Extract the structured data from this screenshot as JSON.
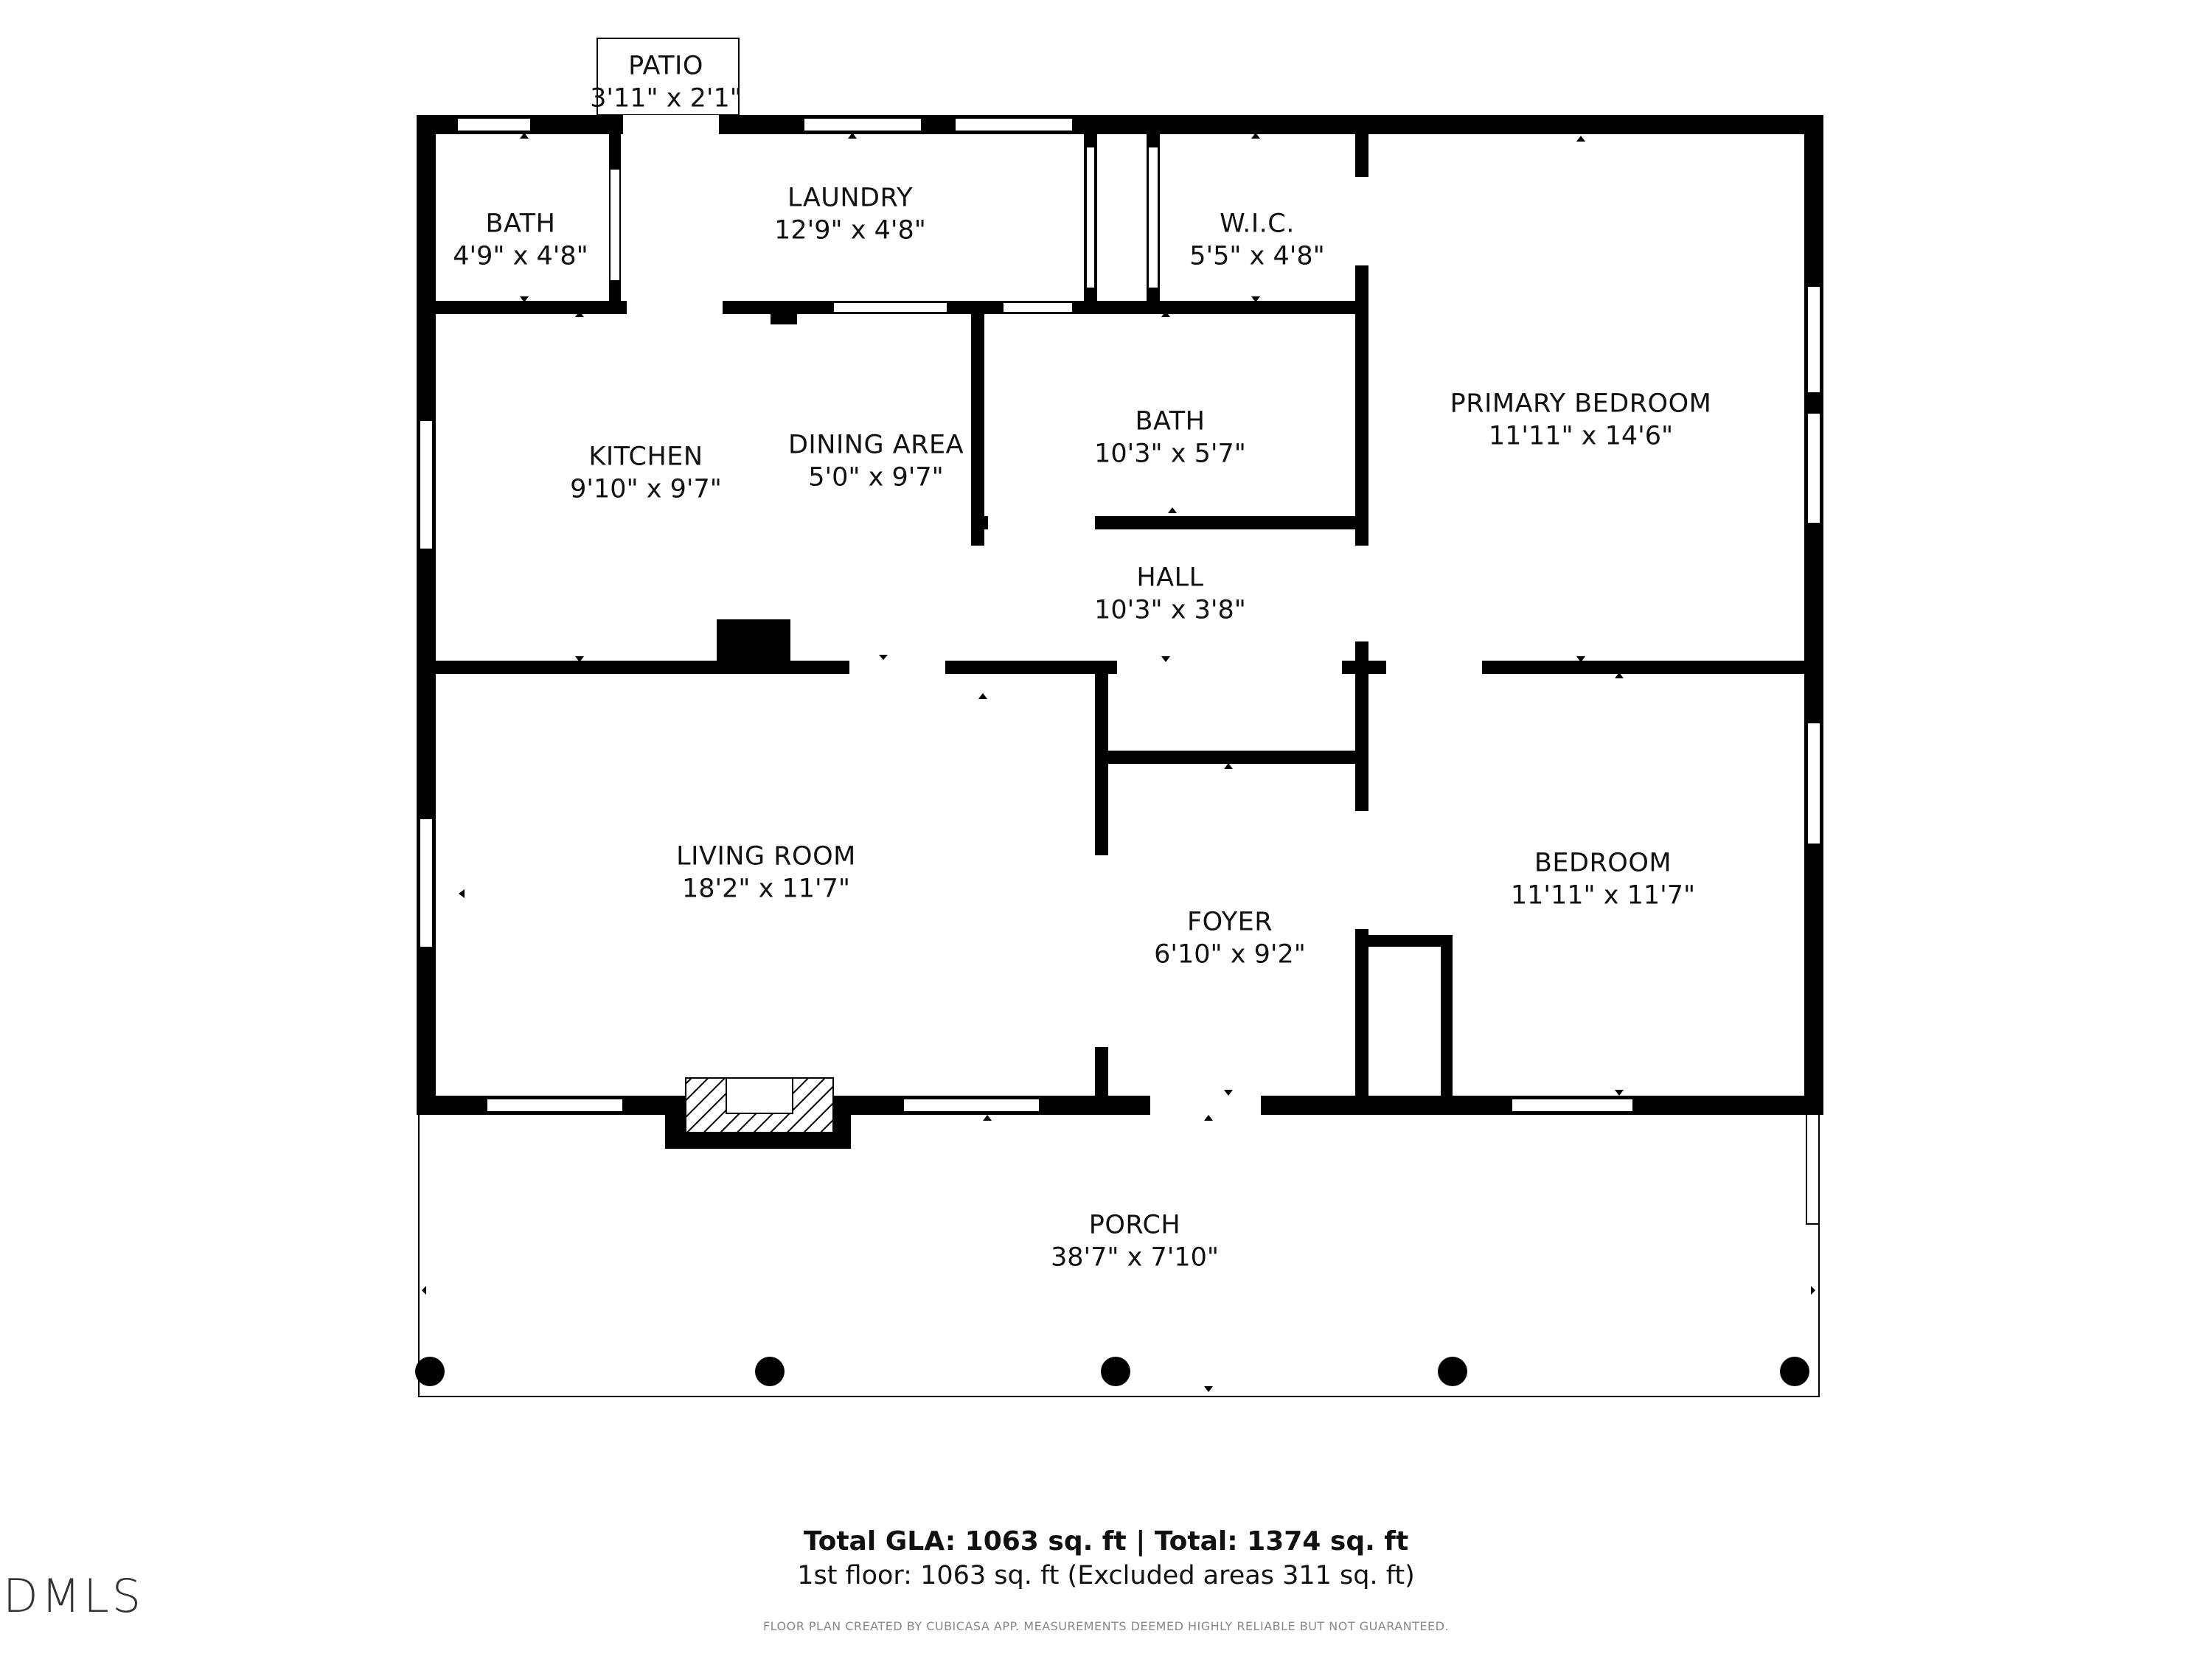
{
  "rooms": {
    "patio": {
      "name": "PATIO",
      "dim": "3'11\" x 2'1\""
    },
    "bath_small": {
      "name": "BATH",
      "dim": "4'9\" x 4'8\""
    },
    "laundry": {
      "name": "LAUNDRY",
      "dim": "12'9\" x 4'8\""
    },
    "wic": {
      "name": "W.I.C.",
      "dim": "5'5\" x 4'8\""
    },
    "primary_bedroom": {
      "name": "PRIMARY BEDROOM",
      "dim": "11'11\" x 14'6\""
    },
    "kitchen": {
      "name": "KITCHEN",
      "dim": "9'10\" x 9'7\""
    },
    "dining_area": {
      "name": "DINING AREA",
      "dim": "5'0\" x 9'7\""
    },
    "bath_main": {
      "name": "BATH",
      "dim": "10'3\" x 5'7\""
    },
    "hall": {
      "name": "HALL",
      "dim": "10'3\" x 3'8\""
    },
    "living_room": {
      "name": "LIVING ROOM",
      "dim": "18'2\" x 11'7\""
    },
    "foyer": {
      "name": "FOYER",
      "dim": "6'10\" x 9'2\""
    },
    "bedroom": {
      "name": "BEDROOM",
      "dim": "11'11\" x 11'7\""
    },
    "porch": {
      "name": "PORCH",
      "dim": "38'7\" x 7'10\""
    }
  },
  "summary": {
    "total": "Total GLA: 1063 sq. ft | Total: 1374 sq. ft",
    "floor": "1st floor: 1063 sq. ft (Excluded areas 311 sq. ft)"
  },
  "disclaimer": "FLOOR PLAN CREATED BY CUBICASA APP. MEASUREMENTS DEEMED HIGHLY RELIABLE BUT NOT GUARANTEED.",
  "logo_text": "DMLS",
  "colors": {
    "wall": "#000000",
    "window": "#ffffff",
    "background": "#ffffff"
  }
}
